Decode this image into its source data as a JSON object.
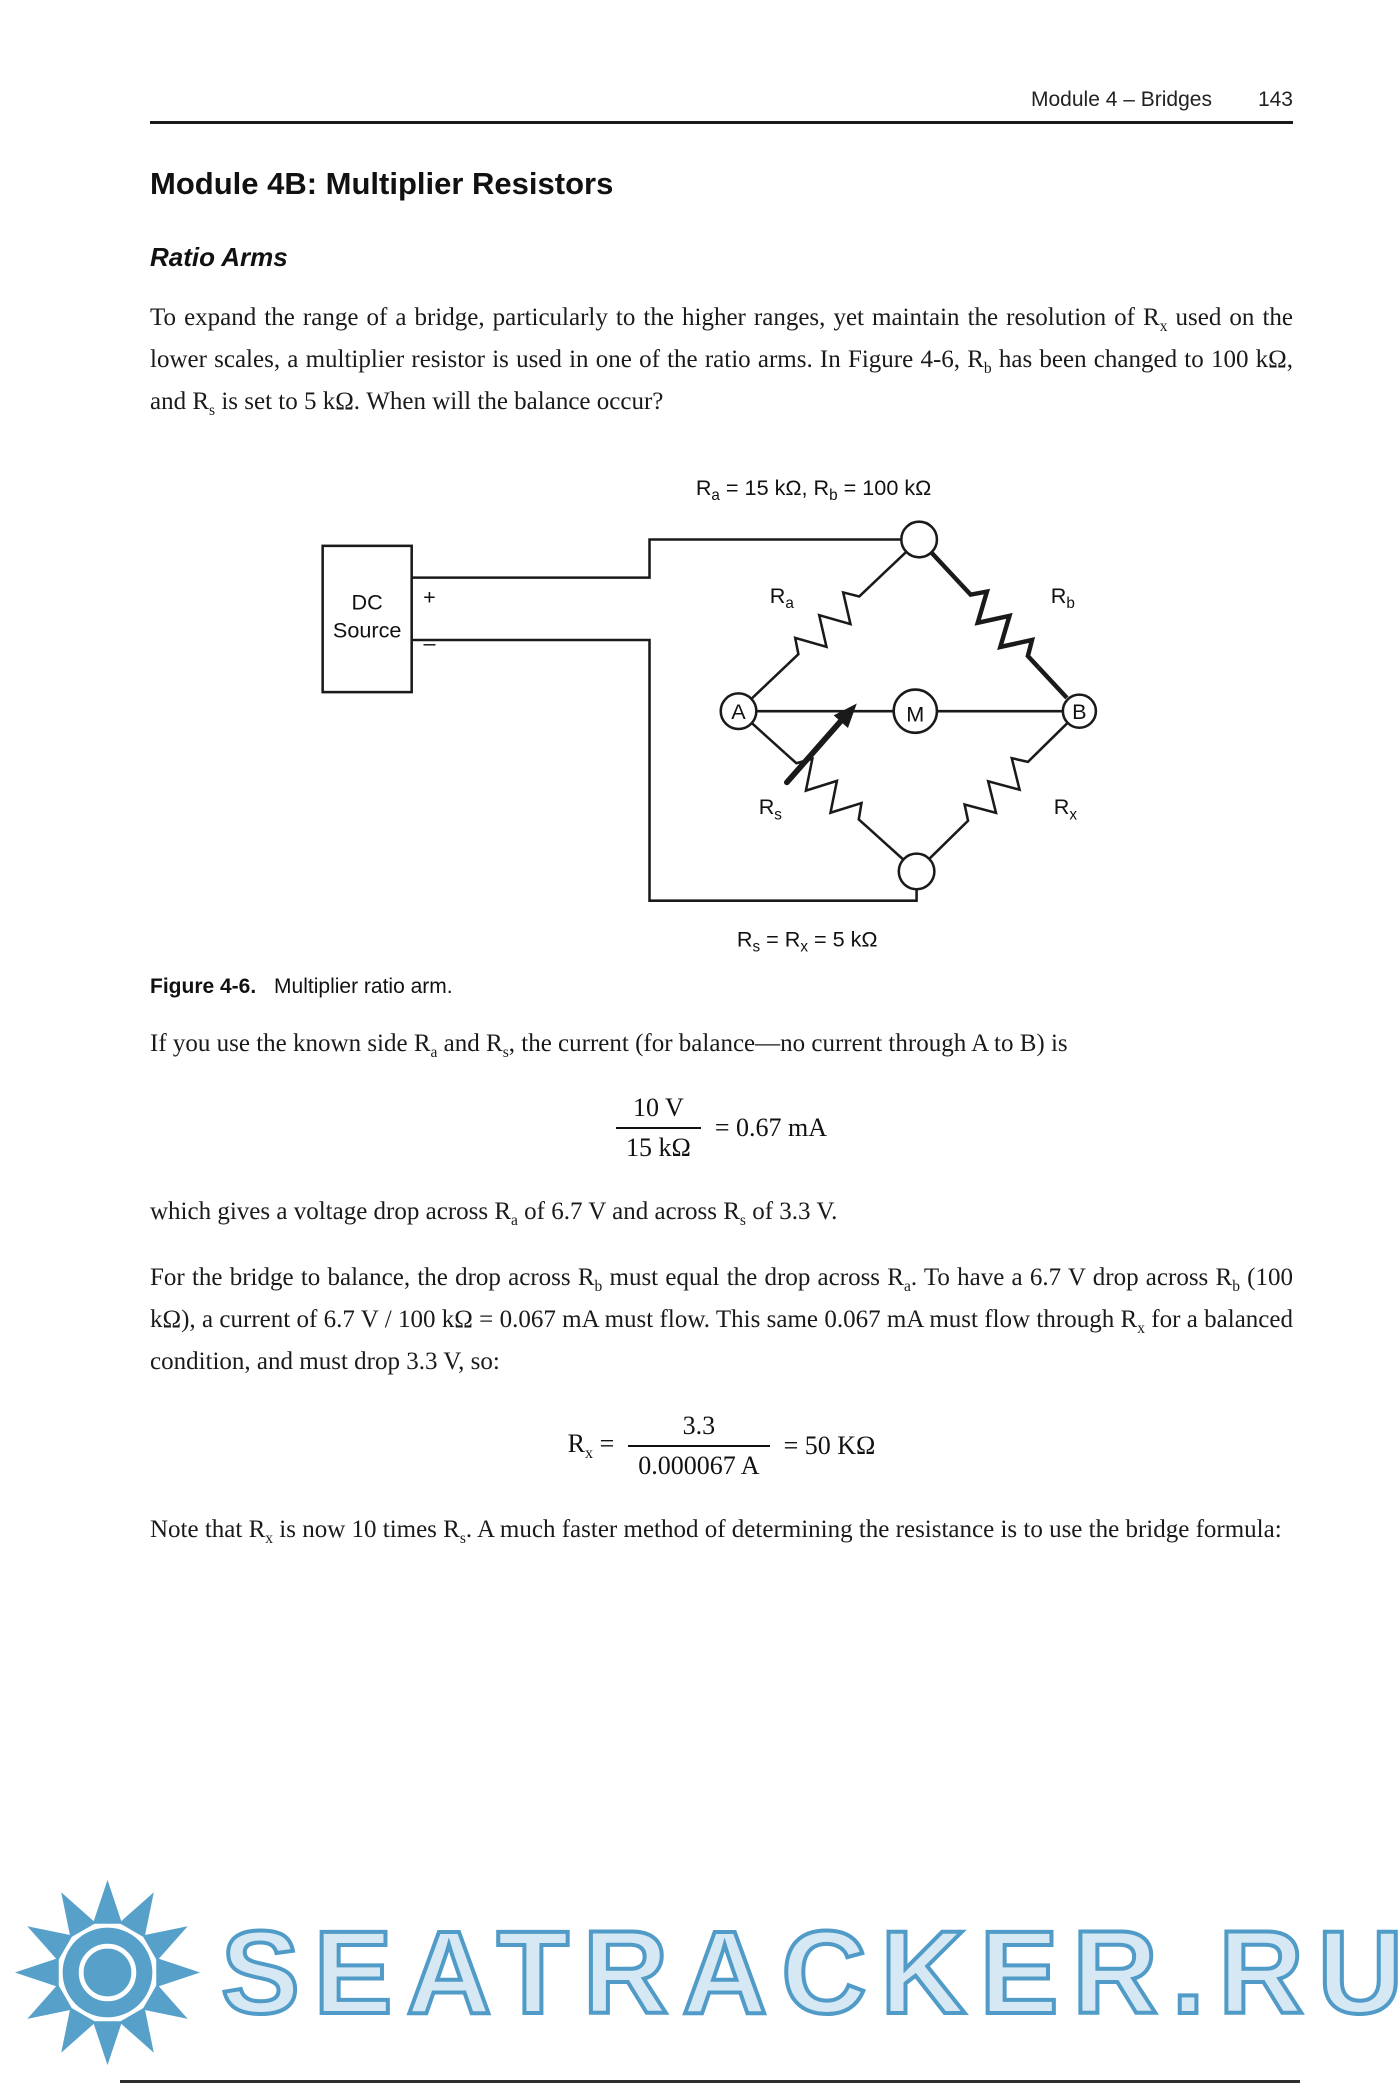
{
  "header": {
    "running_title": "Module 4 – Bridges",
    "page_number": "143"
  },
  "title": "Module 4B: Multiplier Resistors",
  "section_heading": "Ratio Arms",
  "paragraphs": {
    "p1": [
      {
        "t": "To expand the range of a bridge, particularly to the higher ranges, yet maintain the resolution of R"
      },
      {
        "s": "x"
      },
      {
        "t": " used on the lower scales, a multiplier resistor is used in one of the ratio arms. In Figure 4-6, R"
      },
      {
        "s": "b"
      },
      {
        "t": " has been changed to 100 kΩ, and R"
      },
      {
        "s": "s"
      },
      {
        "t": " is set to 5 kΩ. When will the balance occur?"
      }
    ],
    "p2": [
      {
        "t": "If you use the known side R"
      },
      {
        "s": "a"
      },
      {
        "t": " and R"
      },
      {
        "s": "s"
      },
      {
        "t": ", the current (for balance—no current through A to B) is"
      }
    ],
    "p3": [
      {
        "t": "which gives a voltage drop across R"
      },
      {
        "s": "a"
      },
      {
        "t": " of 6.7 V and across R"
      },
      {
        "s": "s"
      },
      {
        "t": " of 3.3 V."
      }
    ],
    "p4": [
      {
        "t": "For the bridge to balance, the drop across R"
      },
      {
        "s": "b"
      },
      {
        "t": " must equal the drop across R"
      },
      {
        "s": "a"
      },
      {
        "t": ". To have a 6.7 V drop across R"
      },
      {
        "s": "b"
      },
      {
        "t": " (100 kΩ), a current of 6.7 V / 100 kΩ = 0.067 mA must flow. This same 0.067 mA must flow through R"
      },
      {
        "s": "x"
      },
      {
        "t": " for a balanced condition, and must drop 3.3 V, so:"
      }
    ],
    "p5": [
      {
        "t": "Note that R"
      },
      {
        "s": "x"
      },
      {
        "t": " is now 10 times R"
      },
      {
        "s": "s"
      },
      {
        "t": ". A much faster method of determining the resistance is to use the bridge formula:"
      }
    ]
  },
  "figure": {
    "caption_label": "Figure 4-6.",
    "caption_text": "Multiplier ratio arm.",
    "top_label_parts": [
      "R",
      "a",
      " = 15 kΩ,  R",
      "b",
      " = 100 kΩ"
    ],
    "bottom_label_parts": [
      "R",
      "s",
      " = R",
      "x",
      " = 5 kΩ"
    ],
    "source": {
      "line1": "DC",
      "line2": "Source",
      "plus": "+",
      "minus": "–"
    },
    "nodes": {
      "left": "A",
      "right": "B",
      "meter": "M"
    },
    "resistors": {
      "ra": [
        "R",
        "a"
      ],
      "rb": [
        "R",
        "b"
      ],
      "rs": [
        "R",
        "s"
      ],
      "rx": [
        "R",
        "x"
      ]
    }
  },
  "equations": {
    "eq1": {
      "numerator": "10 V",
      "denominator": "15 kΩ",
      "result": "= 0.67 mA"
    },
    "eq2": {
      "lhs_base": "R",
      "lhs_sub": "x",
      "lhs_eq": " = ",
      "numerator": "3.3",
      "denominator": "0.000067 A",
      "result": "= 50 KΩ"
    }
  },
  "watermark": {
    "text": "SEATRACKER.RU"
  }
}
